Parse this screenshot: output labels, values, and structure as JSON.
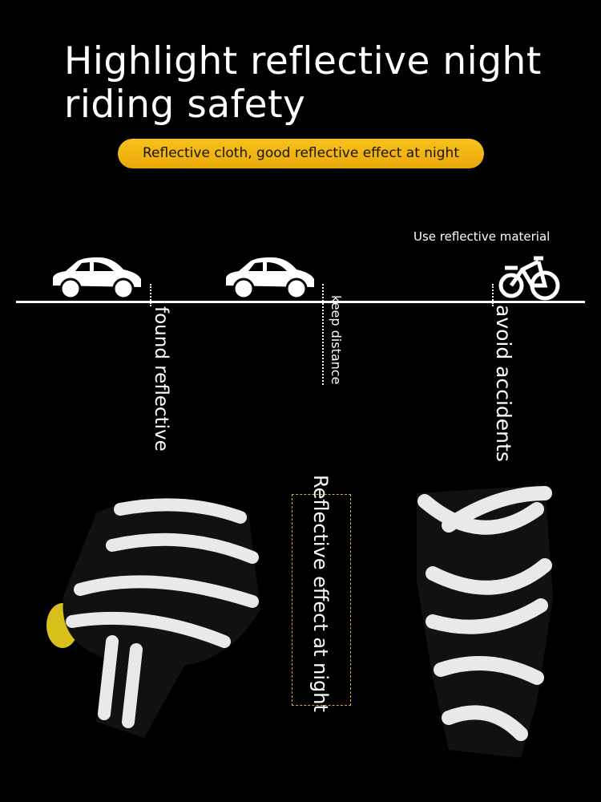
{
  "header": {
    "title": "Highlight reflective night riding safety",
    "pill_label": "Reflective cloth, good reflective effect at night"
  },
  "diagram": {
    "material_label": "Use reflective material",
    "labels": [
      "found reflective",
      "keep distance",
      "avoid accidents"
    ],
    "icons": [
      "car-icon",
      "car-icon",
      "bicycle-icon"
    ]
  },
  "product": {
    "effect_label": "Reflective effect at night"
  },
  "colors": {
    "accent": "#f2b714",
    "background": "#000000"
  }
}
